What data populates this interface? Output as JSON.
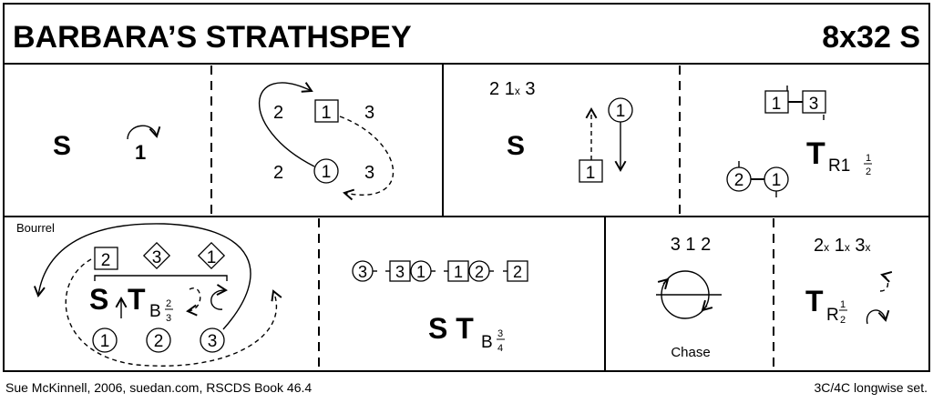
{
  "title": "BARBARA’S STRATHSPEY",
  "meta": "8x32 S",
  "row1": {
    "c1": {
      "step": "S",
      "turn": "1"
    },
    "c2": {
      "top": [
        "2",
        "1",
        "3"
      ],
      "bottom": [
        "2",
        "1",
        "3"
      ]
    },
    "c3": {
      "order": "2",
      "order_x": "1",
      "order_x_sub": "x",
      "order_3": "3",
      "step": "S",
      "box": "1",
      "circle": "1"
    },
    "c4": {
      "box1": "1",
      "box3": "3",
      "c2": "2",
      "c1": "1",
      "step": "T",
      "sub": "R1",
      "num": "1",
      "den": "2"
    }
  },
  "row2": {
    "c1": {
      "label": "Bourrel",
      "box": "2",
      "d3": "3",
      "d1": "1",
      "step_s": "S",
      "step_t": "T",
      "sub": "B",
      "num": "2",
      "den": "3",
      "c1": "1",
      "c2": "2",
      "c3": "3"
    },
    "c2": {
      "seq": [
        "3",
        "3",
        "1",
        "1",
        "2",
        "2"
      ],
      "step": "S T",
      "sub": "B",
      "num": "3",
      "den": "4"
    },
    "c3": {
      "order": "3 1 2",
      "label": "Chase"
    },
    "c4": {
      "order": [
        "2",
        "1",
        "3"
      ],
      "x": "x",
      "step": "T",
      "sub": "R",
      "num": "1",
      "den": "2"
    }
  },
  "footer": {
    "left": "Sue McKinnell, 2006, suedan.com, RSCDS Book 46.4",
    "right": "3C/4C longwise set."
  }
}
